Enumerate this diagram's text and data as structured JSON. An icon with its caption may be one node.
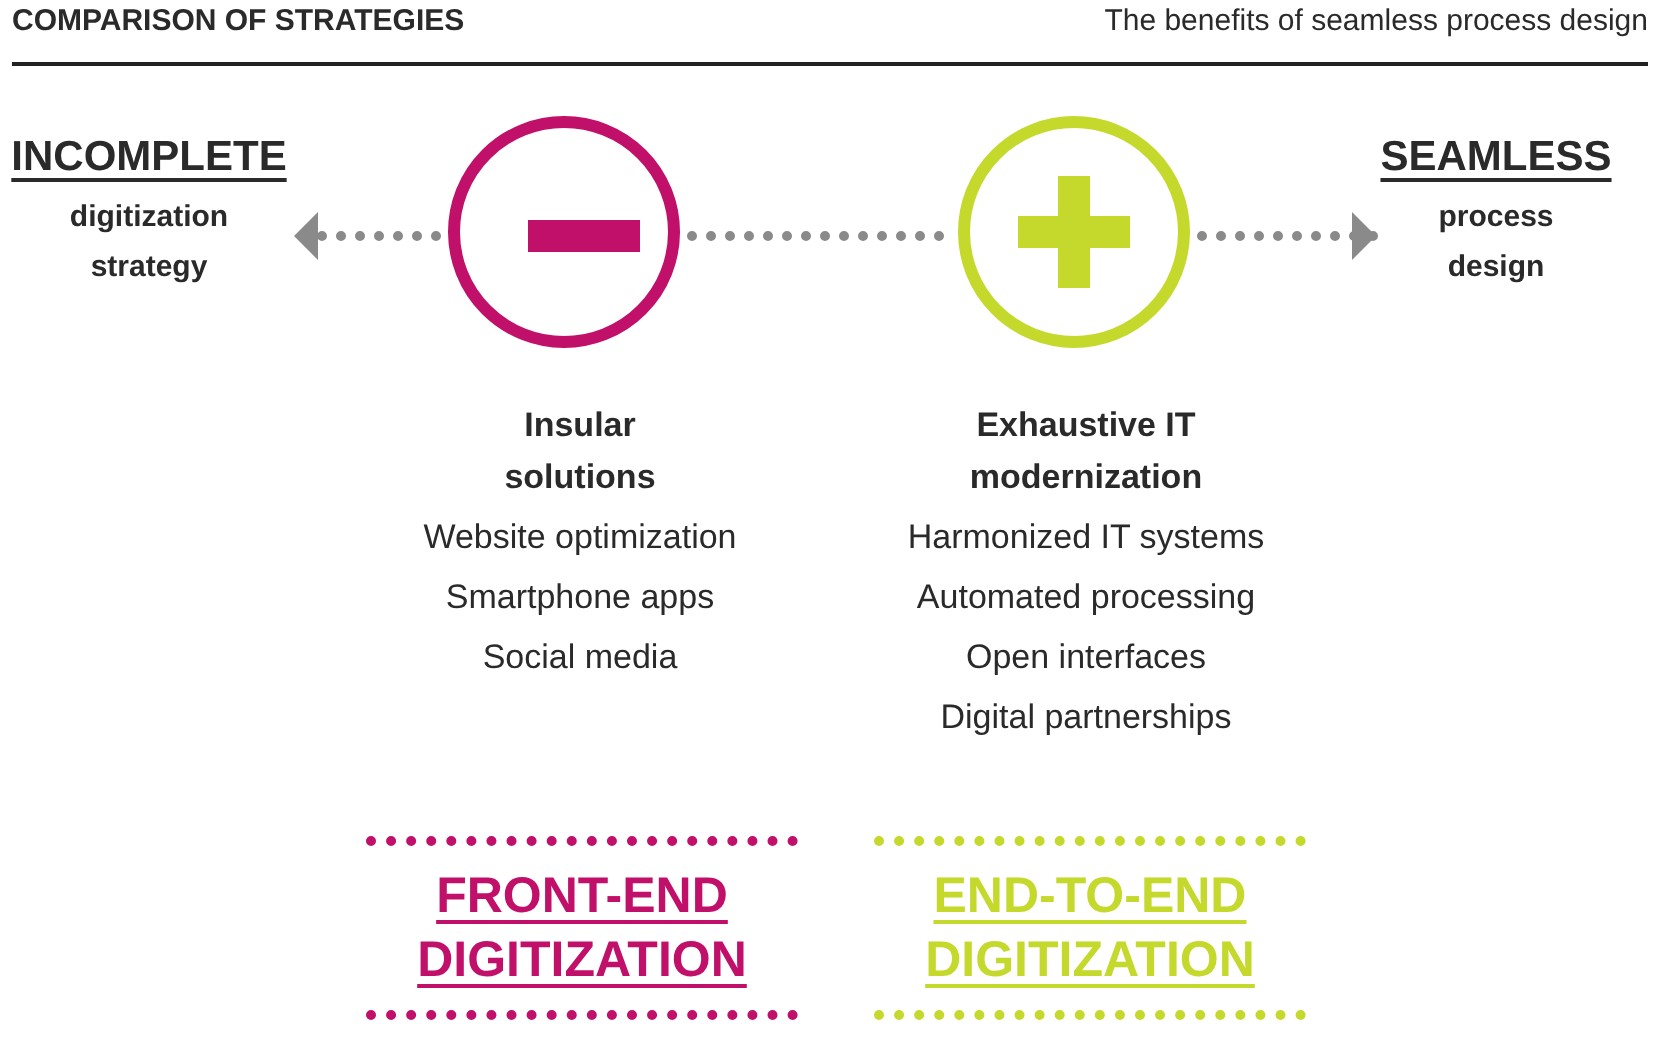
{
  "diagram": {
    "title": "COMPARISON OF STRATEGIES",
    "nodes": [
      {
        "text": [
          "INCOMPLETE",
          "digitization strategy"
        ]
      },
      {
        "text": [],
        "shape": "circle",
        "beside": [
          "Insular solutions",
          "Website optimization",
          "Smartphone apps",
          "Social media"
        ]
      },
      {
        "text": [],
        "shape": "circle",
        "beside": [
          "Exhaustive IT modernization",
          "Harmonized IT systems",
          "Automated processing",
          "Open interfaces",
          "Digital partnerships"
        ]
      },
      {
        "text": [
          "SEAMLESS",
          "process design"
        ]
      },
      {
        "text": [
          "FRONT-END DIGITIZATION"
        ]
      },
      {
        "text": [
          "END-TO-END DIGITIZATION"
        ]
      }
    ],
    "edges": [
      {
        "from": 1,
        "to": 0,
        "arrow": "to",
        "style": "dashed"
      },
      {
        "from": 1,
        "to": 2,
        "arrow": "none",
        "style": "dashed"
      },
      {
        "from": 2,
        "to": 3,
        "arrow": "to",
        "style": "dashed"
      }
    ],
    "labels": [
      "The benefits of seamless process design"
    ]
  }
}
